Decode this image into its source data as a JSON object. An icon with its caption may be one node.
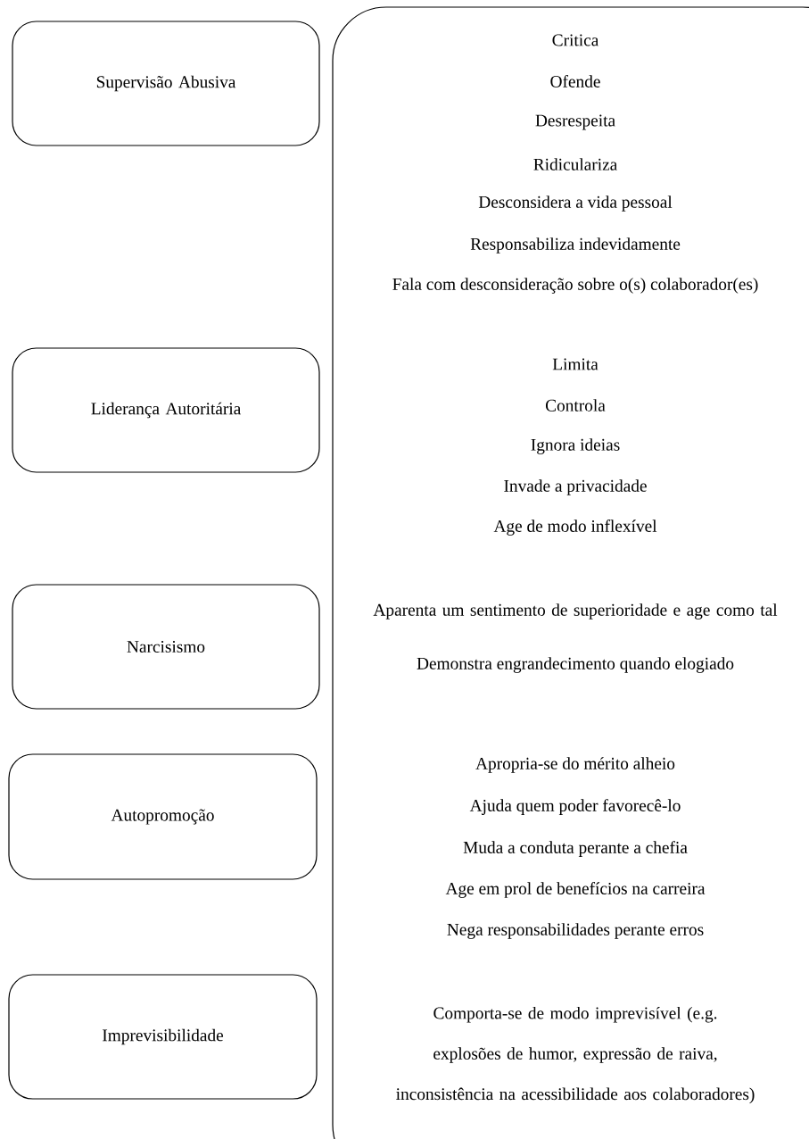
{
  "diagram": {
    "nodes": [
      {
        "text": [
          "Supervisão Abusiva"
        ]
      },
      {
        "text": [
          "Liderança Autoritária"
        ]
      },
      {
        "text": [
          "Narcisismo"
        ]
      },
      {
        "text": [
          "Autopromoção"
        ]
      },
      {
        "text": [
          "Imprevisibilidade"
        ]
      },
      {
        "text": [
          "Critica",
          "Ofende",
          "Desrespeita",
          "Ridiculariza",
          "Desconsidera a vida pessoal",
          "Responsabiliza indevidamente",
          "Fala com desconsideração sobre o(s) colaborador(es)",
          "Limita",
          "Controla",
          "Ignora ideias",
          "Invade a privacidade",
          "Age de modo inflexível",
          "Aparenta um sentimento de superioridade e age como tal",
          "Demonstra engrandecimento quando elogiado",
          "Apropria-se do mérito alheio",
          "Ajuda quem poder favorecê-lo",
          "Muda a conduta perante a chefia",
          "Age em prol de benefícios na carreira",
          "Nega responsabilidades perante erros",
          "Comporta-se de modo imprevisível (e.g. explosões de humor, expressão de raiva, inconsistência na acessibilidade aos colaboradores)"
        ]
      }
    ],
    "edges": []
  }
}
